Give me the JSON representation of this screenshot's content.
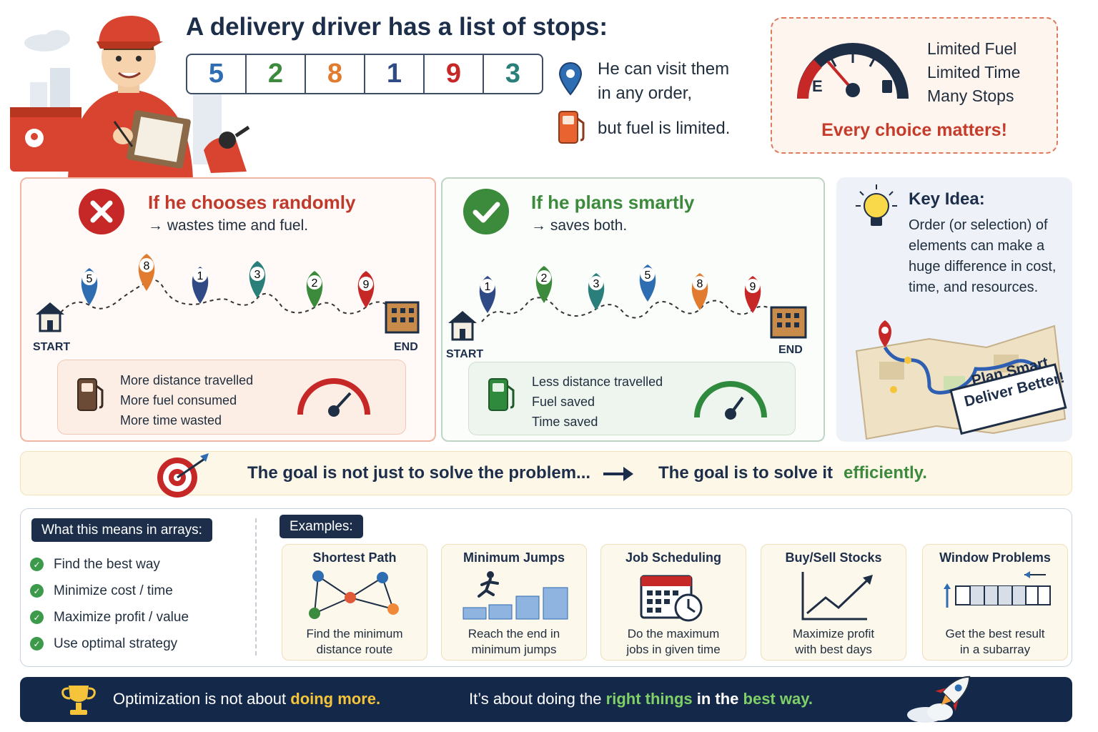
{
  "header": {
    "title": "A delivery driver has a list of stops:",
    "stops": [
      {
        "value": "5",
        "color": "#2f6db3"
      },
      {
        "value": "2",
        "color": "#3c8a3c"
      },
      {
        "value": "8",
        "color": "#e07b2f"
      },
      {
        "value": "1",
        "color": "#2f4a85"
      },
      {
        "value": "9",
        "color": "#c62828"
      },
      {
        "value": "3",
        "color": "#2a7f7a"
      }
    ],
    "visit_line1": "He can visit them",
    "visit_line2": "in any order,",
    "fuel_line": "but fuel is limited."
  },
  "gauge": {
    "line1": "Limited Fuel",
    "line2": "Limited Time",
    "line3": "Many Stops",
    "empty_label": "E",
    "matters": "Every choice matters!"
  },
  "random_panel": {
    "heading": "If he chooses randomly",
    "sub": "→ wastes time and fuel.",
    "route": [
      "5",
      "8",
      "1",
      "3",
      "2",
      "9"
    ],
    "start": "START",
    "end": "END",
    "summary": [
      "More distance travelled",
      "More fuel consumed",
      "More time wasted"
    ]
  },
  "smart_panel": {
    "heading": "If he plans smartly",
    "sub": "→ saves both.",
    "route": [
      "1",
      "2",
      "3",
      "5",
      "8",
      "9"
    ],
    "start": "START",
    "end": "END",
    "summary": [
      "Less distance travelled",
      "Fuel saved",
      "Time saved"
    ]
  },
  "key_idea": {
    "title": "Key Idea:",
    "body": "Order (or selection) of elements can make a huge difference in cost, time, and resources.",
    "sign_line1": "Plan Smart",
    "sign_line2": "Deliver Better!"
  },
  "goal": {
    "part1": "The goal is not just to solve the problem...",
    "part2": "The goal is to solve it",
    "part3": "efficiently."
  },
  "arrays": {
    "tag": "What this means in arrays:",
    "items": [
      "Find the best way",
      "Minimize cost / time",
      "Maximize profit / value",
      "Use optimal strategy"
    ]
  },
  "examples": {
    "tag": "Examples:",
    "cards": [
      {
        "title": "Shortest Path",
        "desc1": "Find the minimum",
        "desc2": "distance route"
      },
      {
        "title": "Minimum Jumps",
        "desc1": "Reach the end in",
        "desc2": "minimum jumps"
      },
      {
        "title": "Job Scheduling",
        "desc1": "Do the maximum",
        "desc2": "jobs in given time"
      },
      {
        "title": "Buy/Sell Stocks",
        "desc1": "Maximize profit",
        "desc2": "with best days"
      },
      {
        "title": "Window Problems",
        "desc1": "Get the best result",
        "desc2": "in a subarray"
      }
    ]
  },
  "footer": {
    "a1": "Optimization is not about ",
    "a2": "doing more.",
    "b1": "It’s about doing the ",
    "b2": "right things",
    "b3": " in the ",
    "b4": "best way."
  }
}
